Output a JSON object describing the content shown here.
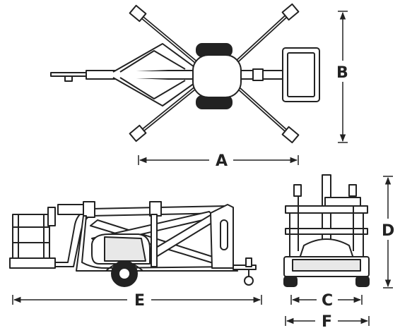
{
  "colors": {
    "stroke": "#222222",
    "fill": "#ffffff",
    "dark": "#222222",
    "light": "#e8e8e8"
  },
  "dimensions": {
    "A": "A",
    "B": "B",
    "C": "C",
    "D": "D",
    "E": "E",
    "F": "F"
  },
  "icons": {
    "arrow": "triangle-arrowhead"
  }
}
